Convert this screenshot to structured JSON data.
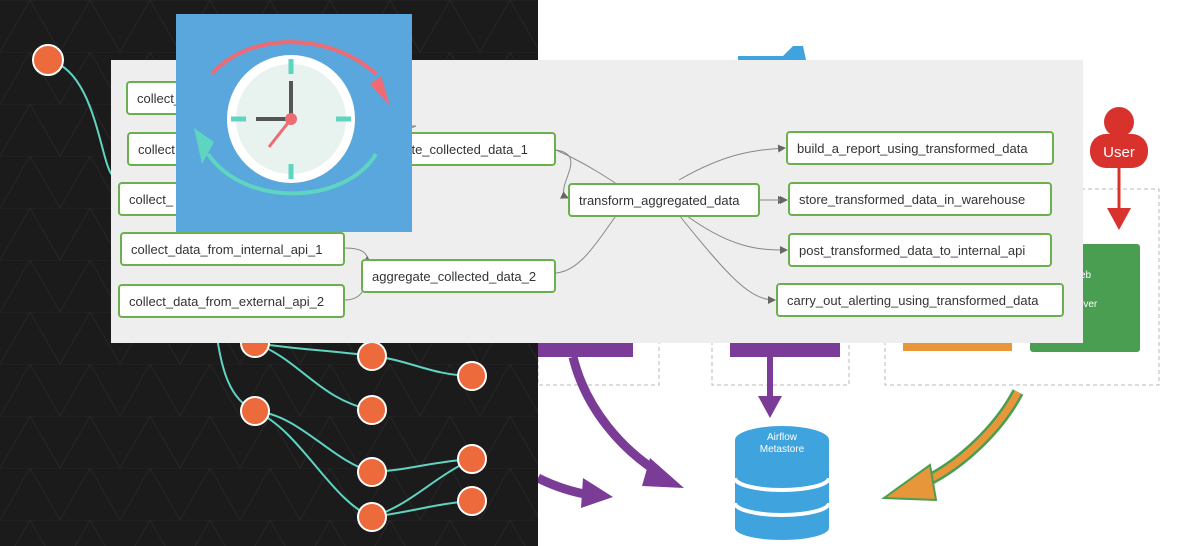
{
  "diagram": {
    "dag_nodes": {
      "collect_1": "collect_",
      "collect_2": "collect",
      "collect_3": "collect_",
      "collect_internal": "collect_data_from_internal_api_1",
      "collect_external": "collect_data_from_external_api_2",
      "aggregate_1": "gate_collected_data_1",
      "aggregate_2": "aggregate_collected_data_2",
      "transform": "transform_aggregated_data",
      "report": "build_a_report_using_transformed_data",
      "store": "store_transformed_data_in_warehouse",
      "post": "post_transformed_data_to_internal_api",
      "alert": "carry_out_alerting_using_transformed_data"
    },
    "architecture": {
      "user_label": "User",
      "metastore_line1": "Airflow",
      "metastore_line2": "Metastore",
      "webserver_line1": "eb",
      "webserver_line2": "rver"
    },
    "colors": {
      "dark_background": "#1b1b1c",
      "orange_node": "#ec6a3b",
      "teal_edge": "#5fd4c0",
      "dag_node_border": "#6bb04f",
      "purple_arrow": "#7b3c98",
      "blue_db": "#3fa3de",
      "user_red": "#d9312b",
      "webserver_green": "#4a9e52",
      "orange_box": "#e8963a",
      "clock_tile": "#59a7dd"
    }
  }
}
